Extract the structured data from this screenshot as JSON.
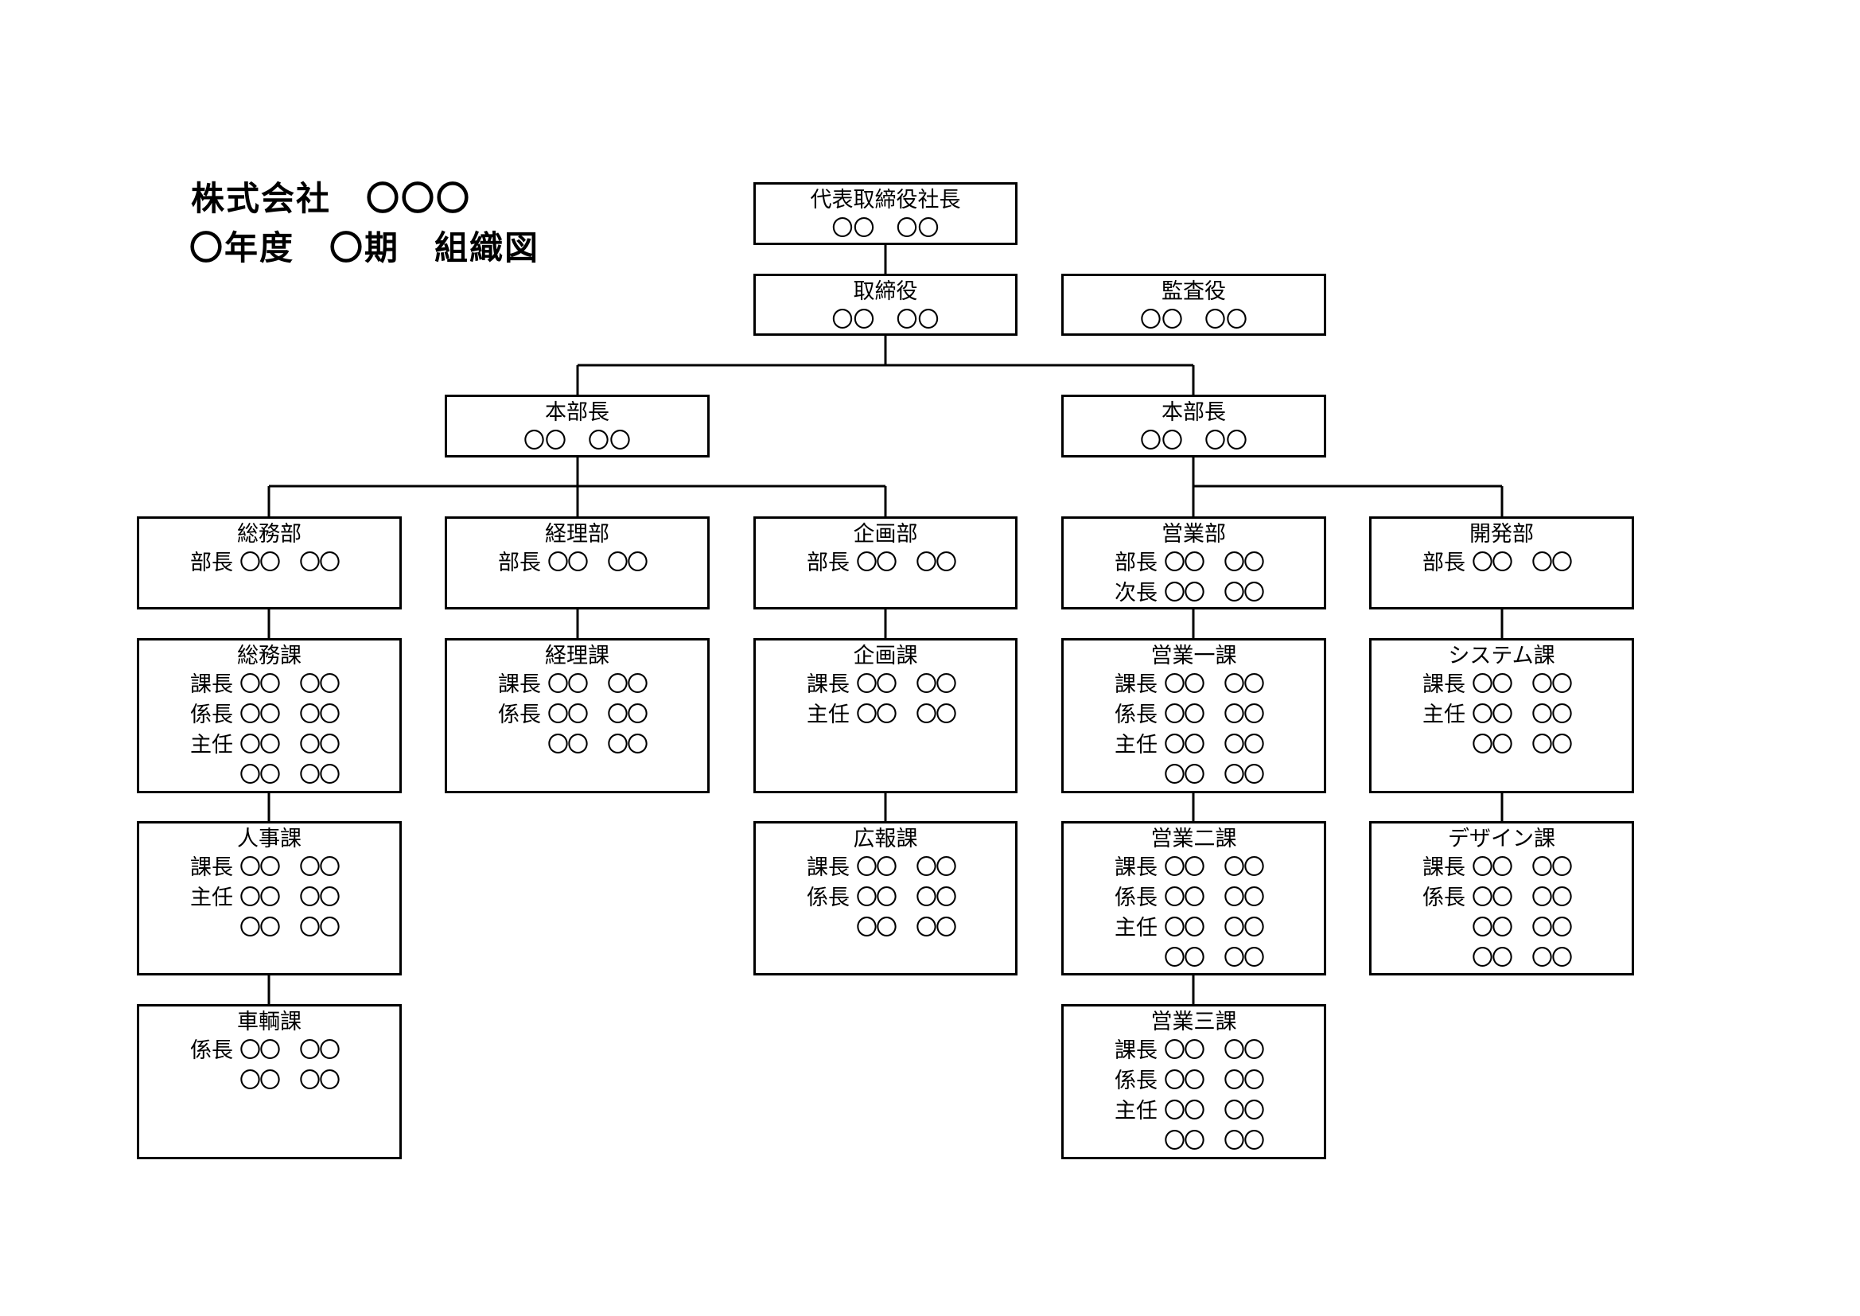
{
  "header": {
    "company": "株式会社　〇〇〇",
    "subtitle": "〇年度　〇期　組織図"
  },
  "chart": {
    "president": {
      "title": "代表取締役社長",
      "name": "〇〇　〇〇"
    },
    "director": {
      "title": "取締役",
      "name": "〇〇　〇〇"
    },
    "auditor": {
      "title": "監査役",
      "name": "〇〇　〇〇"
    },
    "hq_left": {
      "title": "本部長",
      "name": "〇〇　〇〇"
    },
    "hq_right": {
      "title": "本部長",
      "name": "〇〇　〇〇"
    },
    "soumu_bu": {
      "title": "総務部",
      "rows": [
        {
          "role": "部長",
          "n1": "〇〇",
          "n2": "〇〇"
        }
      ]
    },
    "keiri_bu": {
      "title": "経理部",
      "rows": [
        {
          "role": "部長",
          "n1": "〇〇",
          "n2": "〇〇"
        }
      ]
    },
    "kikaku_bu": {
      "title": "企画部",
      "rows": [
        {
          "role": "部長",
          "n1": "〇〇",
          "n2": "〇〇"
        }
      ]
    },
    "eigyo_bu": {
      "title": "営業部",
      "rows": [
        {
          "role": "部長",
          "n1": "〇〇",
          "n2": "〇〇"
        },
        {
          "role": "次長",
          "n1": "〇〇",
          "n2": "〇〇"
        }
      ]
    },
    "kaihatsu_bu": {
      "title": "開発部",
      "rows": [
        {
          "role": "部長",
          "n1": "〇〇",
          "n2": "〇〇"
        }
      ]
    },
    "soumu_ka": {
      "title": "総務課",
      "rows": [
        {
          "role": "課長",
          "n1": "〇〇",
          "n2": "〇〇"
        },
        {
          "role": "係長",
          "n1": "〇〇",
          "n2": "〇〇"
        },
        {
          "role": "主任",
          "n1": "〇〇",
          "n2": "〇〇"
        },
        {
          "role": "",
          "n1": "〇〇",
          "n2": "〇〇"
        }
      ]
    },
    "keiri_ka": {
      "title": "経理課",
      "rows": [
        {
          "role": "課長",
          "n1": "〇〇",
          "n2": "〇〇"
        },
        {
          "role": "係長",
          "n1": "〇〇",
          "n2": "〇〇"
        },
        {
          "role": "",
          "n1": "〇〇",
          "n2": "〇〇"
        }
      ]
    },
    "kikaku_ka": {
      "title": "企画課",
      "rows": [
        {
          "role": "課長",
          "n1": "〇〇",
          "n2": "〇〇"
        },
        {
          "role": "主任",
          "n1": "〇〇",
          "n2": "〇〇"
        }
      ]
    },
    "eigyo1": {
      "title": "営業一課",
      "rows": [
        {
          "role": "課長",
          "n1": "〇〇",
          "n2": "〇〇"
        },
        {
          "role": "係長",
          "n1": "〇〇",
          "n2": "〇〇"
        },
        {
          "role": "主任",
          "n1": "〇〇",
          "n2": "〇〇"
        },
        {
          "role": "",
          "n1": "〇〇",
          "n2": "〇〇"
        }
      ]
    },
    "system_ka": {
      "title": "システム課",
      "rows": [
        {
          "role": "課長",
          "n1": "〇〇",
          "n2": "〇〇"
        },
        {
          "role": "主任",
          "n1": "〇〇",
          "n2": "〇〇"
        },
        {
          "role": "",
          "n1": "〇〇",
          "n2": "〇〇"
        }
      ]
    },
    "jinji_ka": {
      "title": "人事課",
      "rows": [
        {
          "role": "課長",
          "n1": "〇〇",
          "n2": "〇〇"
        },
        {
          "role": "主任",
          "n1": "〇〇",
          "n2": "〇〇"
        },
        {
          "role": "",
          "n1": "〇〇",
          "n2": "〇〇"
        }
      ]
    },
    "kouhou_ka": {
      "title": "広報課",
      "rows": [
        {
          "role": "課長",
          "n1": "〇〇",
          "n2": "〇〇"
        },
        {
          "role": "係長",
          "n1": "〇〇",
          "n2": "〇〇"
        },
        {
          "role": "",
          "n1": "〇〇",
          "n2": "〇〇"
        }
      ]
    },
    "eigyo2": {
      "title": "営業二課",
      "rows": [
        {
          "role": "課長",
          "n1": "〇〇",
          "n2": "〇〇"
        },
        {
          "role": "係長",
          "n1": "〇〇",
          "n2": "〇〇"
        },
        {
          "role": "主任",
          "n1": "〇〇",
          "n2": "〇〇"
        },
        {
          "role": "",
          "n1": "〇〇",
          "n2": "〇〇"
        }
      ]
    },
    "design_ka": {
      "title": "デザイン課",
      "rows": [
        {
          "role": "課長",
          "n1": "〇〇",
          "n2": "〇〇"
        },
        {
          "role": "係長",
          "n1": "〇〇",
          "n2": "〇〇"
        },
        {
          "role": "",
          "n1": "〇〇",
          "n2": "〇〇"
        },
        {
          "role": "",
          "n1": "〇〇",
          "n2": "〇〇"
        }
      ]
    },
    "sharyo_ka": {
      "title": "車輌課",
      "rows": [
        {
          "role": "係長",
          "n1": "〇〇",
          "n2": "〇〇"
        },
        {
          "role": "",
          "n1": "〇〇",
          "n2": "〇〇"
        }
      ]
    },
    "eigyo3": {
      "title": "営業三課",
      "rows": [
        {
          "role": "課長",
          "n1": "〇〇",
          "n2": "〇〇"
        },
        {
          "role": "係長",
          "n1": "〇〇",
          "n2": "〇〇"
        },
        {
          "role": "主任",
          "n1": "〇〇",
          "n2": "〇〇"
        },
        {
          "role": "",
          "n1": "〇〇",
          "n2": "〇〇"
        }
      ]
    }
  }
}
